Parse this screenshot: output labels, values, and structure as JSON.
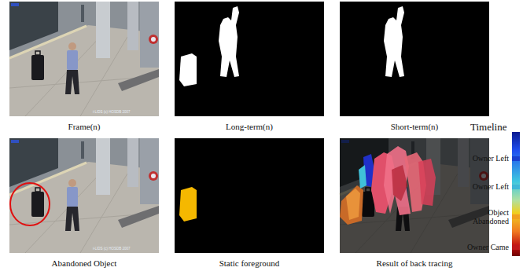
{
  "diagram": {
    "nodes": [
      {
        "text": [
          "Frame(n)"
        ]
      },
      {
        "text": [
          "Long-term(n)"
        ]
      },
      {
        "text": [
          "Short-term(n)"
        ]
      },
      {
        "text": [
          "Abandoned Object"
        ]
      },
      {
        "text": [
          "Static foreground"
        ]
      },
      {
        "text": [
          "Result of back tracing"
        ]
      }
    ],
    "edges": [],
    "labels": [
      "Timeline",
      "i-LIDS (c) HOSDB 2007",
      "i-LIDS (c) HOSDB 2007"
    ],
    "legend": [
      {
        "text": "Owner Left",
        "color": "#1a3fd0"
      },
      {
        "text": "Owner Left",
        "color": "#40b8d8"
      },
      {
        "text": "Object Abandoned",
        "color": "#f0a020"
      },
      {
        "text": "Owner Came",
        "color": "#c01818"
      }
    ]
  }
}
